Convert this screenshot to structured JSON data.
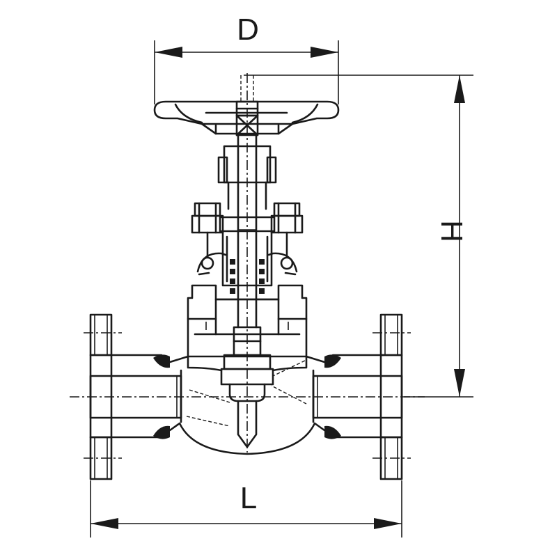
{
  "diagram": {
    "dimensions": {
      "handwheel_diameter": "D",
      "height": "H",
      "length": "L"
    },
    "colors": {
      "line": "#1a1a1a",
      "background": "#ffffff"
    }
  }
}
